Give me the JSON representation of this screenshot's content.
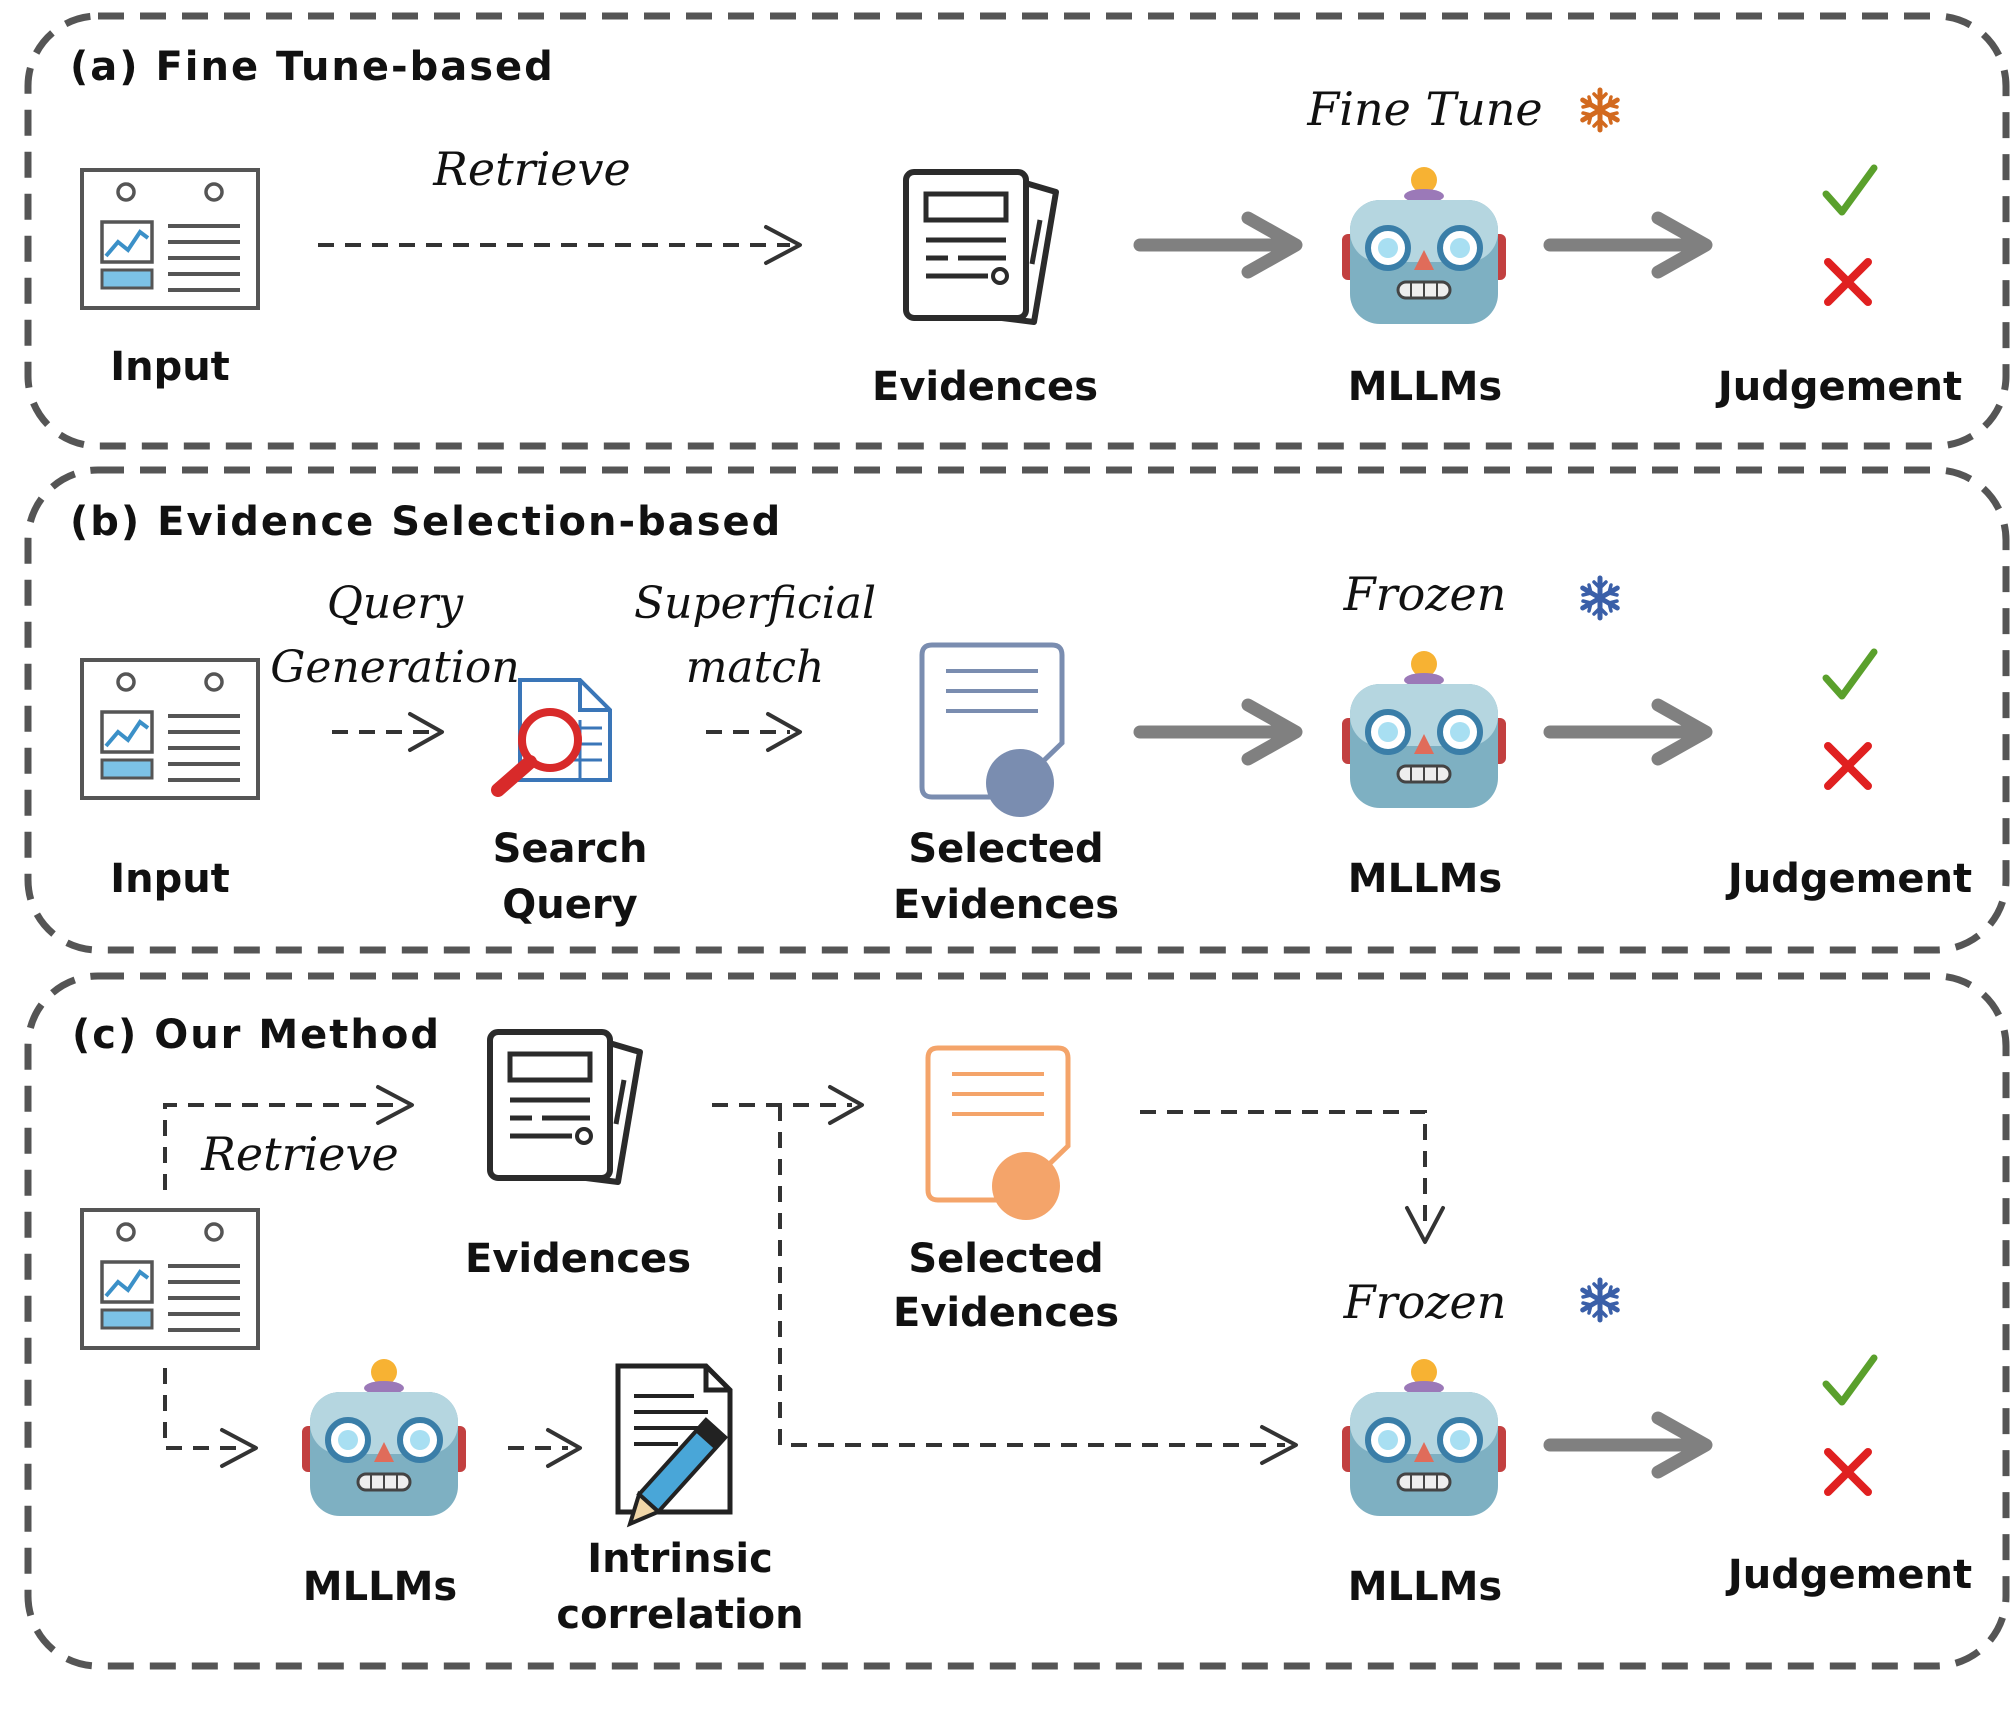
{
  "panels": {
    "a": {
      "title": "(a) Fine Tune-based",
      "input": "Input",
      "retrieve": "Retrieve",
      "evidences": "Evidences",
      "fine_tune": "Fine Tune",
      "mllms": "MLLMs",
      "judgement": "Judgement"
    },
    "b": {
      "title": "(b) Evidence Selection-based",
      "input": "Input",
      "query_line1": "Query",
      "query_line2": "Generation",
      "superficial_line1": "Superficial",
      "superficial_line2": "match",
      "search_line1": "Search",
      "search_line2": "Query",
      "selected_line1": "Selected",
      "selected_line2": "Evidences",
      "frozen": "Frozen",
      "mllms": "MLLMs",
      "judgement": "Judgement"
    },
    "c": {
      "title": "(c) Our Method",
      "retrieve": "Retrieve",
      "evidences": "Evidences",
      "selected_line1": "Selected",
      "selected_line2": "Evidences",
      "frozen": "Frozen",
      "mllms_left": "MLLMs",
      "intrinsic_line1": "Intrinsic",
      "intrinsic_line2": "correlation",
      "mllms_right": "MLLMs",
      "judgement": "Judgement"
    }
  },
  "icons": [
    "input-document-icon",
    "evidences-icon",
    "robot-icon",
    "check-icon",
    "cross-icon",
    "snowflake-icon",
    "search-query-icon",
    "selected-evidence-icon",
    "intrinsic-correlation-icon"
  ],
  "colors": {
    "fine_tune_snowflake": "#d2691e",
    "frozen_snowflake": "#3a5fa8",
    "check": "#5aa02c",
    "cross": "#e02020",
    "selected_evidence_b": "#7a8db0",
    "selected_evidence_c": "#f4a46a"
  }
}
